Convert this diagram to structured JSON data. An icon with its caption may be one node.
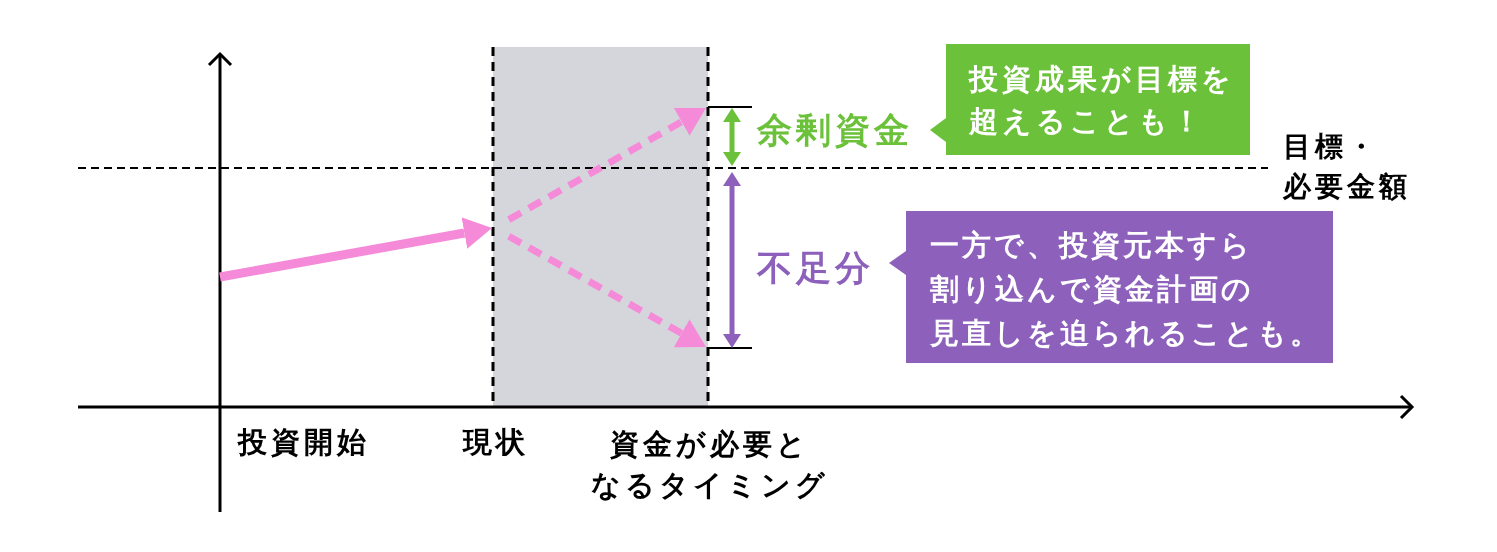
{
  "diagram": {
    "nodes": [
      {
        "text": [
          "投資成果が目標を超えることも！"
        ]
      },
      {
        "text": [
          "一方で、投資元本すら割り込んで資金計画の見直しを迫られることも。"
        ]
      }
    ],
    "labels": [
      "余剰資金",
      "目標・必要金額",
      "不足分",
      "投資開始",
      "現状",
      "資金が必要となるタイミング"
    ]
  }
}
